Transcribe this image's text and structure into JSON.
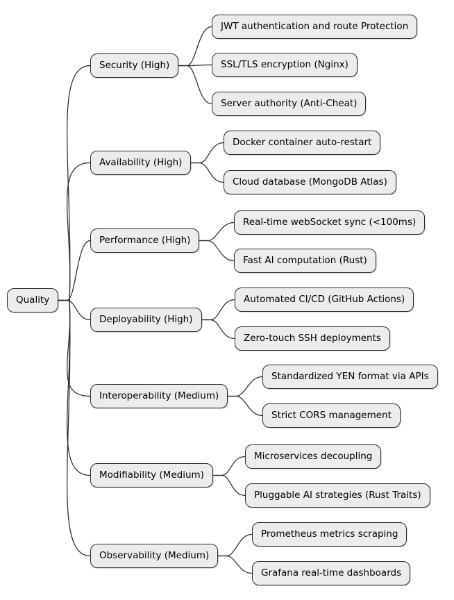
{
  "diagram": {
    "type": "mindmap",
    "root": {
      "label": "Quality"
    },
    "branches": [
      {
        "label": "Security (High)",
        "priority": "High",
        "children": [
          "JWT authentication and route Protection",
          "SSL/TLS encryption (Nginx)",
          "Server authority (Anti-Cheat)"
        ]
      },
      {
        "label": "Availability (High)",
        "priority": "High",
        "children": [
          "Docker container auto-restart",
          "Cloud database (MongoDB Atlas)"
        ]
      },
      {
        "label": "Performance (High)",
        "priority": "High",
        "children": [
          "Real-time webSocket sync (<100ms)",
          "Fast AI computation (Rust)"
        ]
      },
      {
        "label": "Deployability (High)",
        "priority": "High",
        "children": [
          "Automated CI/CD (GitHub Actions)",
          "Zero-touch SSH deployments"
        ]
      },
      {
        "label": "Interoperability (Medium)",
        "priority": "Medium",
        "children": [
          "Standardized YEN format via APIs",
          "Strict CORS management"
        ]
      },
      {
        "label": "Modifiability (Medium)",
        "priority": "Medium",
        "children": [
          "Microservices decoupling",
          "Pluggable AI strategies (Rust Traits)"
        ]
      },
      {
        "label": "Observability (Medium)",
        "priority": "Medium",
        "children": [
          "Prometheus metrics scraping",
          "Grafana real-time dashboards"
        ]
      }
    ],
    "colors": {
      "node_fill": "#ececec",
      "node_border": "#2b2b2b",
      "edge": "#2b2b2b",
      "text": "#000000",
      "background": "#ffffff"
    }
  }
}
